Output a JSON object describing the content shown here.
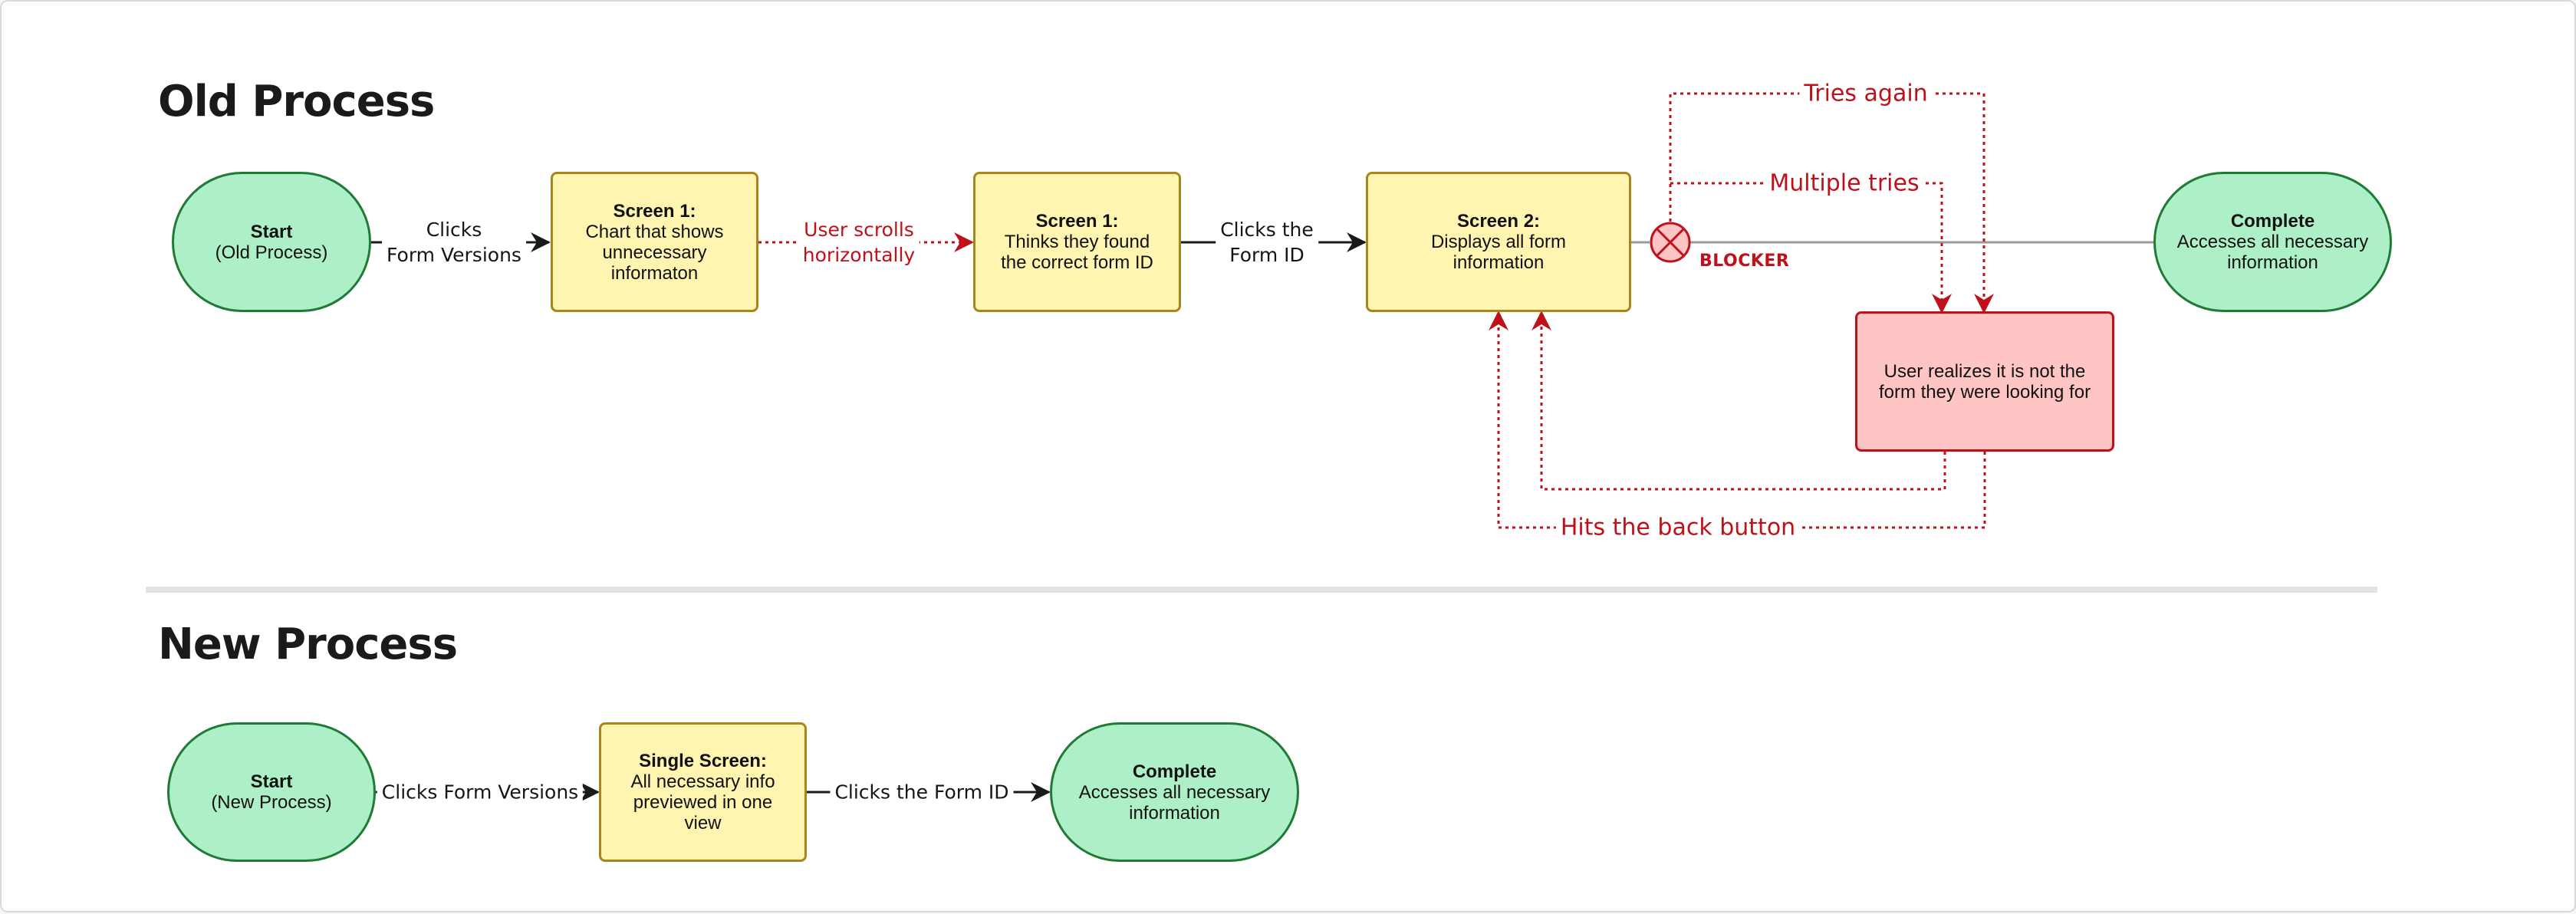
{
  "sections": {
    "old_title": "Old Process",
    "new_title": "New Process"
  },
  "old_process": {
    "start": {
      "title": "Start",
      "body": "(Old Process)"
    },
    "screen1_chart": {
      "title": "Screen 1:",
      "body": "Chart that shows\nunnecessary\ninformaton"
    },
    "screen1_thinks": {
      "title": "Screen 1:",
      "body": "Thinks they found\nthe correct form ID"
    },
    "screen2": {
      "title": "Screen 2:",
      "body": "Displays all form\ninformation"
    },
    "complete": {
      "title": "Complete",
      "body": "Accesses all necessary\ninformation"
    },
    "realizes": {
      "body": "User realizes it is not the\nform they were looking for"
    },
    "edge_clicks_form_versions": "Clicks\nForm Versions",
    "edge_user_scrolls": "User scrolls\nhorizontally",
    "edge_clicks_form_id": "Clicks the\nForm ID",
    "edge_tries_again": "Tries again",
    "edge_multiple_tries": "Multiple tries",
    "edge_back_button": "Hits the back button",
    "blocker_label": "BLOCKER"
  },
  "new_process": {
    "start": {
      "title": "Start",
      "body": "(New Process)"
    },
    "single_screen": {
      "title": "Single Screen:",
      "body": "All necessary info\npreviewed in one\nview"
    },
    "complete": {
      "title": "Complete",
      "body": "Accesses all necessary\ninformation"
    },
    "edge_clicks_form_versions": "Clicks Form Versions",
    "edge_clicks_form_id": "Clicks the Form ID"
  },
  "colors": {
    "terminal_fill": "#adf0c7",
    "terminal_stroke": "#1f7a35",
    "screen_fill": "#fff4b0",
    "screen_stroke": "#a8861a",
    "problem_fill": "#ffc4c4",
    "problem_stroke": "#c0101a",
    "flow_line": "#1a1a1a",
    "problem_line": "#c0101a",
    "blocked_line": "#9a9a9a",
    "divider": "#e2e2e2"
  },
  "icons": {
    "blocker": "x-circle-icon"
  }
}
